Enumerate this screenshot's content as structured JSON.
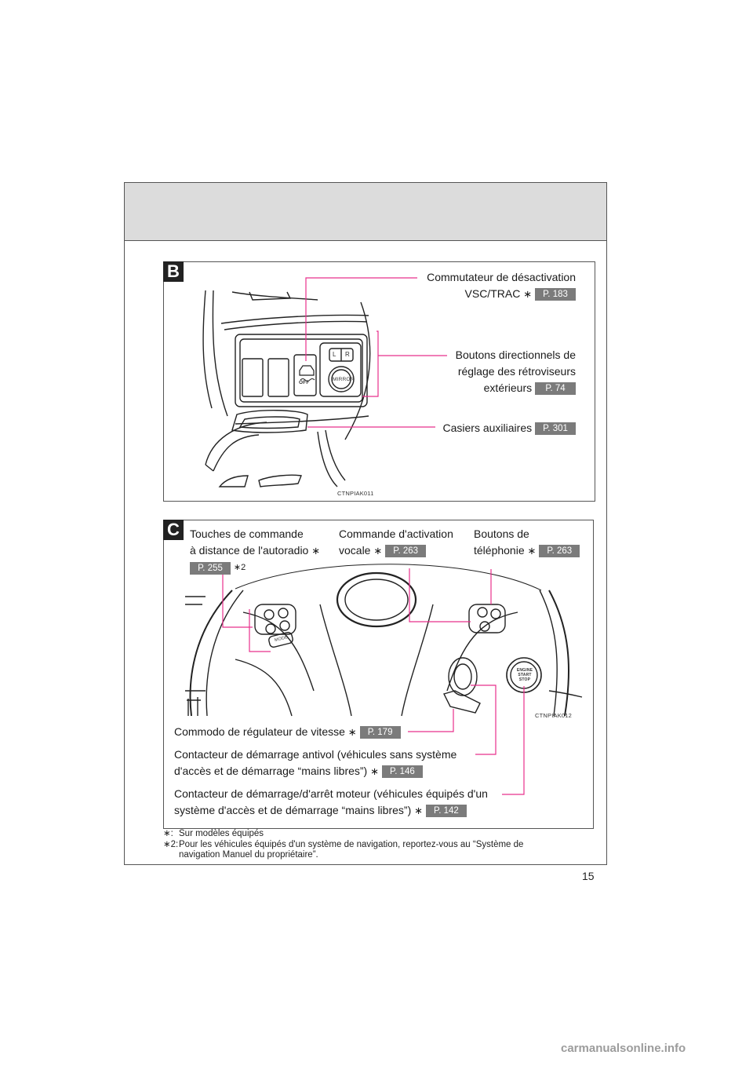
{
  "page_number": "15",
  "section_b": {
    "letter": "B",
    "image_code": "CTNPIAK011",
    "callouts": [
      {
        "line1": "Commutateur de désactivation",
        "line2": "VSC/TRAC",
        "star": "∗",
        "ref": "P. 183"
      },
      {
        "line1": "Boutons directionnels de",
        "line2": "réglage des rétroviseurs",
        "line3": "extérieurs",
        "ref": "P. 74"
      },
      {
        "line1": "Casiers auxiliaires",
        "ref": "P. 301"
      }
    ],
    "switch_labels": {
      "off": "OFF",
      "mirror": "MIRROR",
      "l": "L",
      "r": "R"
    }
  },
  "section_c": {
    "letter": "C",
    "image_code": "CTNPIAK012",
    "top_callouts": [
      {
        "line1": "Touches de commande",
        "line2": "à distance de l'autoradio",
        "star": "∗",
        "ref": "P. 255",
        "note": "∗2"
      },
      {
        "line1": "Commande d'activation",
        "line2": "vocale",
        "star": "∗",
        "ref": "P. 263"
      },
      {
        "line1": "Boutons de",
        "line2": "téléphonie",
        "star": "∗",
        "ref": "P. 263"
      }
    ],
    "bottom_callouts": [
      {
        "line1": "Commodo de régulateur de vitesse",
        "star": "∗",
        "ref": "P. 179"
      },
      {
        "line1": "Contacteur de démarrage antivol (véhicules sans système",
        "line2": "d'accès et de démarrage “mains libres”)",
        "star": "∗",
        "ref": "P. 146"
      },
      {
        "line1": "Contacteur de démarrage/d'arrêt moteur (véhicules équipés d'un",
        "line2": "système d'accès et de démarrage “mains libres”)",
        "star": "∗",
        "ref": "P. 142"
      }
    ],
    "switch_labels": {
      "mode": "MODE",
      "engine1": "ENGINE",
      "engine2": "START",
      "engine3": "STOP"
    }
  },
  "footnotes": [
    {
      "mark": "∗:",
      "text": "Sur modèles équipés"
    },
    {
      "mark": "∗2:",
      "text": "Pour les véhicules équipés d'un système de navigation, reportez-vous au “Système de",
      "text2": "navigation Manuel du propriétaire”."
    }
  ],
  "watermark": "carmanualsonline.info",
  "colors": {
    "callout_line": "#e8308c",
    "ref_badge": "#7b7b7b",
    "header_band": "#dcdcdc"
  }
}
